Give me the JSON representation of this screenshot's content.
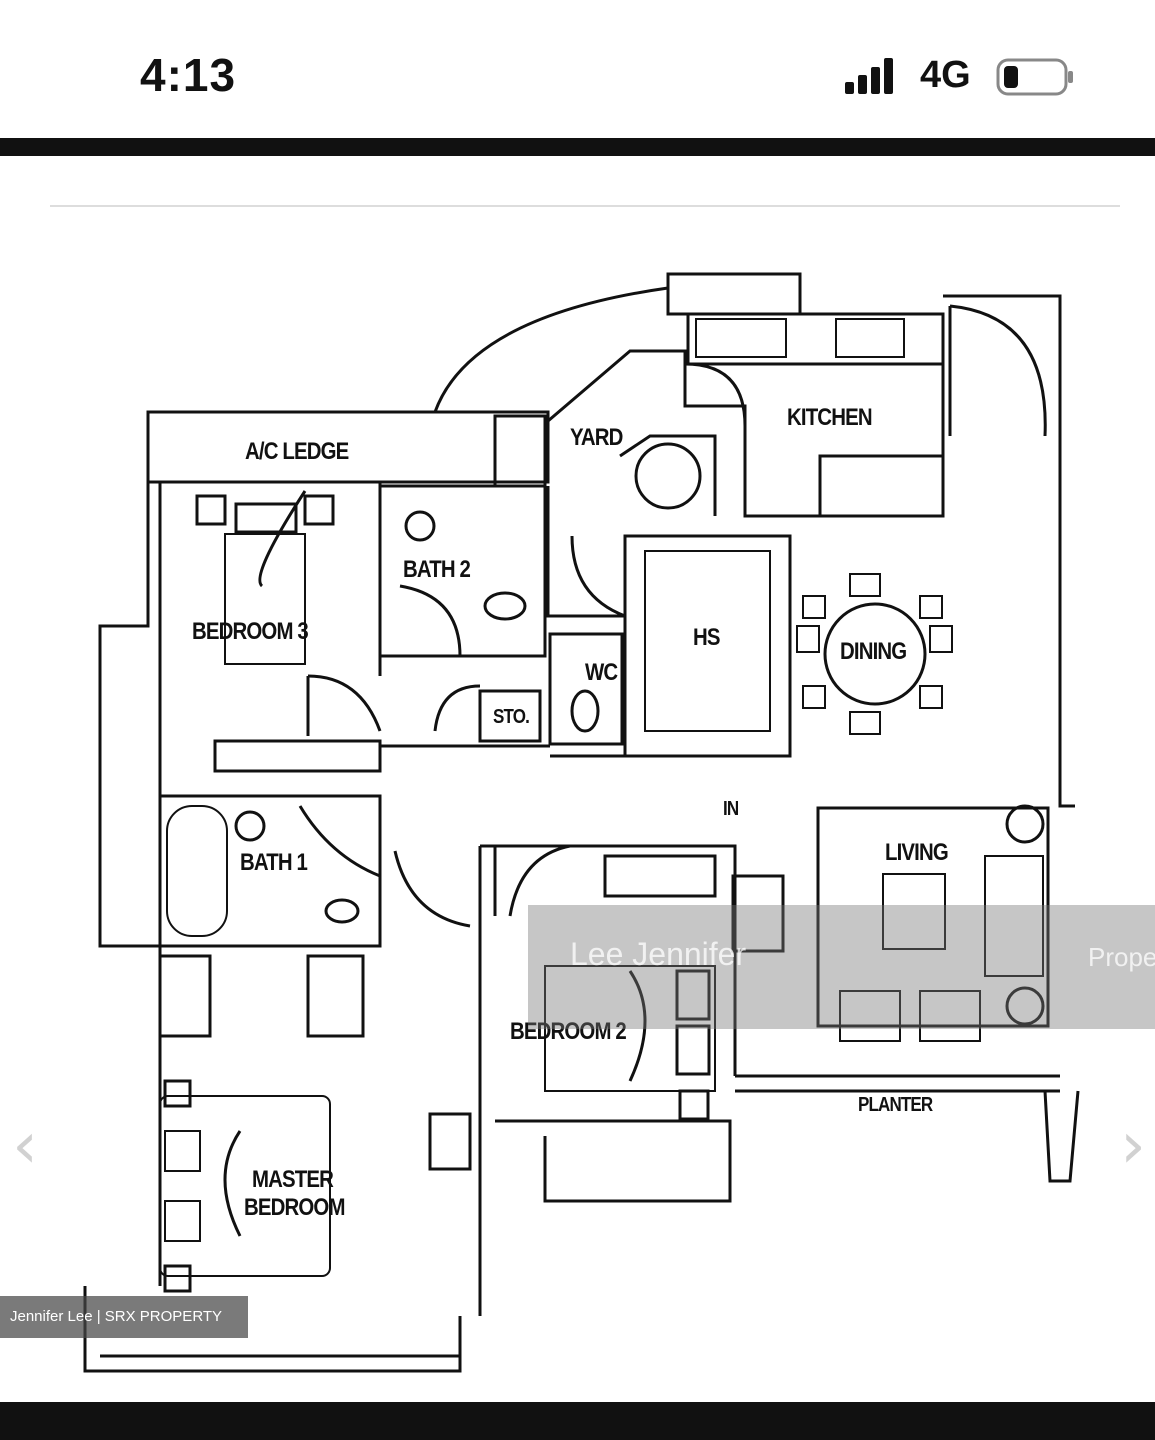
{
  "status_bar": {
    "time": "4:13",
    "network": "4G",
    "icons": [
      "signal-bars-icon",
      "battery-icon"
    ]
  },
  "floor_plan": {
    "rooms": {
      "ac_ledge": "A/C LEDGE",
      "yard": "YARD",
      "kitchen": "KITCHEN",
      "bath2": "BATH 2",
      "bedroom3": "BEDROOM 3",
      "hs": "HS",
      "wc": "WC",
      "dining": "DINING",
      "sto": "STO.",
      "in": "IN",
      "living": "LIVING",
      "bath1": "BATH 1",
      "bedroom2": "BEDROOM 2",
      "planter": "PLANTER",
      "master_bedroom_line1": "MASTER",
      "master_bedroom_line2": "BEDROOM"
    }
  },
  "watermark": {
    "name": "Lee Jennifer",
    "brand_fragment": "Prope"
  },
  "credit": {
    "text": "Jennifer Lee | SRX PROPERTY"
  },
  "gallery": {
    "prev_icon": "chevron-left-icon",
    "next_icon": "chevron-right-icon"
  }
}
